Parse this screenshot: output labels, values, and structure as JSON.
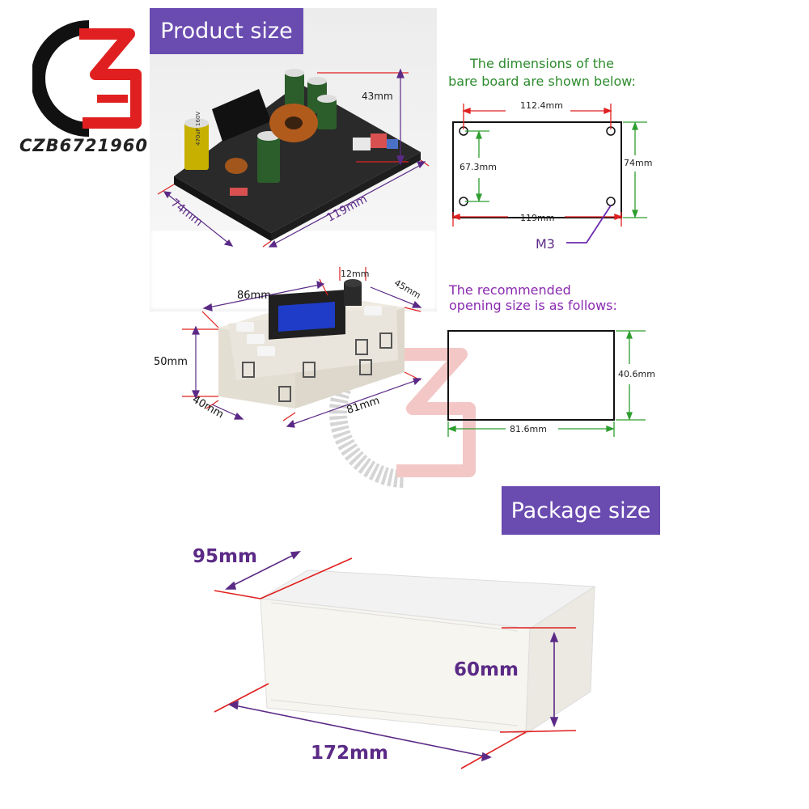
{
  "brand": {
    "name": "CZB6721960"
  },
  "banners": {
    "product": "Product size",
    "package": "Package size"
  },
  "board": {
    "height": "43mm",
    "depth": "74mm",
    "width": "119mm",
    "cap_label": "470uF 160V"
  },
  "bare_board": {
    "note_line1": "The dimensions of the",
    "note_line2": "bare board are shown below:",
    "hole_spacing_x": "112.4mm",
    "hole_spacing_y": "67.3mm",
    "board_height": "74mm",
    "board_width": "119mm",
    "screw": "M3"
  },
  "panel": {
    "knob": "12mm",
    "width": "86mm",
    "depth": "45mm",
    "height": "50mm",
    "body_depth": "40mm",
    "body_width": "81mm"
  },
  "opening": {
    "note_line1": "The recommended",
    "note_line2": "opening size is as follows:",
    "height": "40.6mm",
    "width": "81.6mm"
  },
  "package": {
    "depth": "95mm",
    "height": "60mm",
    "length": "172mm"
  }
}
